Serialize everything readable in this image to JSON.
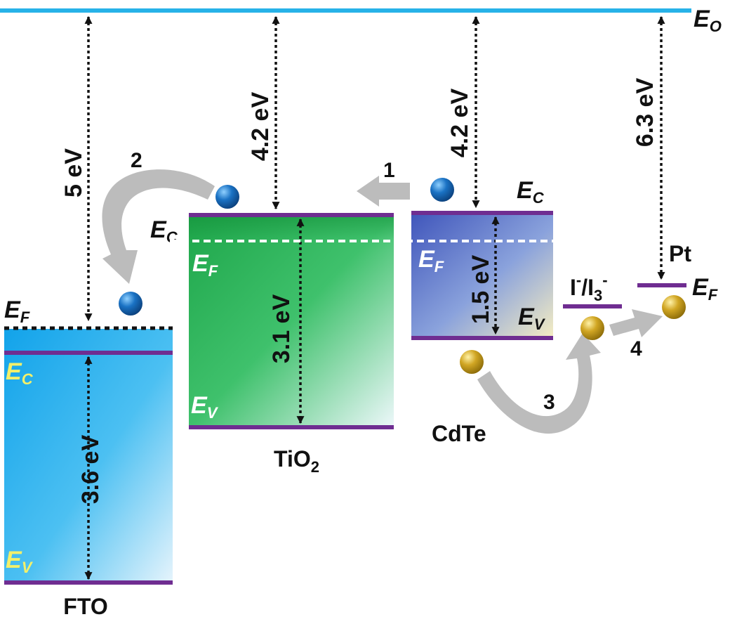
{
  "vacuum_level": {
    "label": "E",
    "sub": "O"
  },
  "materials": {
    "fto": {
      "name": "FTO",
      "ef": {
        "l": "E",
        "s": "F"
      },
      "ec": {
        "l": "E",
        "s": "C"
      },
      "ev": {
        "l": "E",
        "s": "V"
      },
      "gap": "3.6 eV",
      "to_vacuum": "5 eV"
    },
    "tio2": {
      "name": "TiO",
      "name_sub": "2",
      "ec": {
        "l": "E",
        "s": "C"
      },
      "ef": {
        "l": "E",
        "s": "F"
      },
      "ev": {
        "l": "E",
        "s": "V"
      },
      "gap": "3.1 eV",
      "to_vacuum": "4.2 eV"
    },
    "cdte": {
      "name": "CdTe",
      "ec": {
        "l": "E",
        "s": "C"
      },
      "ef": {
        "l": "E",
        "s": "F"
      },
      "ev": {
        "l": "E",
        "s": "V"
      },
      "gap": "1.5 eV",
      "to_vacuum": "4.2 eV"
    },
    "electrolyte": {
      "i_minus": "I",
      "minus_sup": "-",
      "slash": "/I",
      "i3_sub": "3",
      "i3_sup": "-"
    },
    "pt": {
      "name": "Pt",
      "ef": {
        "l": "E",
        "s": "F"
      },
      "to_vacuum": "6.3 eV"
    }
  },
  "steps": [
    "1",
    "2",
    "3",
    "4"
  ],
  "colors": {
    "vacuum": "#27b2e8",
    "band_edge": "#6f2d91",
    "electron": "#1569b8",
    "hole": "#c9a21b",
    "arrow": "#b9b9b9",
    "fto_fill": "#1aa9ea",
    "tio2_fill": "#22b24c",
    "cdte_fill": "#4a5fc0"
  }
}
